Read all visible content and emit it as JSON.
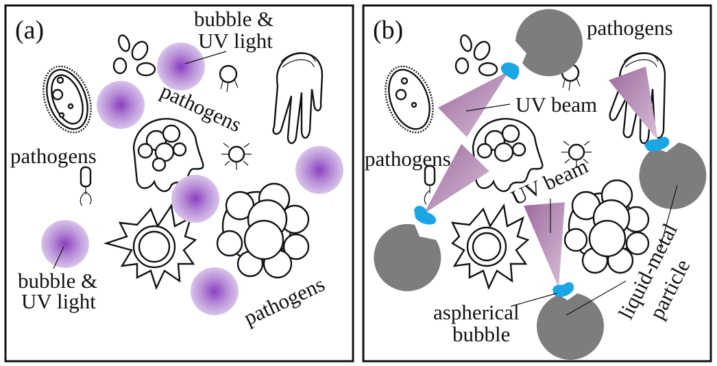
{
  "panel_a": {
    "tag": "(a)",
    "labels": {
      "bubble_top_1": "bubble &",
      "bubble_top_2": "UV light",
      "pathogens_center": "pathogens",
      "pathogens_left": "pathogens",
      "bubble_bottom_1": "bubble &",
      "bubble_bottom_2": "UV light",
      "pathogens_bottom": "pathogens"
    }
  },
  "panel_b": {
    "tag": "(b)",
    "labels": {
      "pathogens_top": "pathogens",
      "uv_beam_1": "UV beam",
      "pathogens_left": "pathogens",
      "uv_beam_2": "UV beam",
      "aspherical_1": "aspherical",
      "aspherical_2": "bubble",
      "liquid_metal_1": "liquid-metal",
      "liquid_metal_2": "particle"
    }
  },
  "colors": {
    "bubble_purple": "#8a3fc0",
    "particle_gray": "#7d7d7d",
    "aspherical_bubble_blue": "#1aa6e6",
    "uv_beam": "#a87aa8"
  }
}
